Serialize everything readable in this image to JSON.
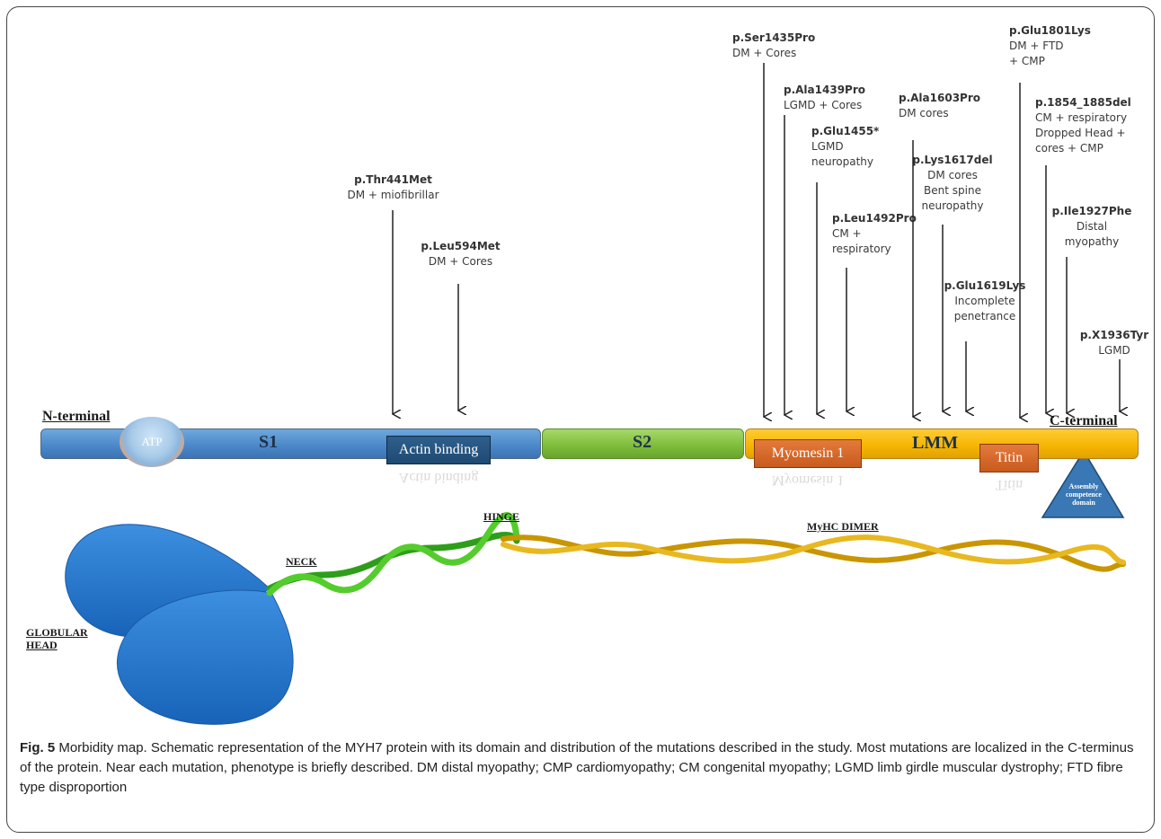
{
  "mutations": [
    {
      "name": "p.Thr441Met",
      "phenotype": "DM + miofibrillar"
    },
    {
      "name": "p.Leu594Met",
      "phenotype": "DM + Cores"
    },
    {
      "name": "p.Ser1435Pro",
      "phenotype": "DM + Cores"
    },
    {
      "name": "p.Ala1439Pro",
      "phenotype": "LGMD + Cores"
    },
    {
      "name": "p.Glu1455*",
      "phenotype": "LGMD\nneuropathy"
    },
    {
      "name": "p.Leu1492Pro",
      "phenotype": "CM +\nrespiratory"
    },
    {
      "name": "p.Ala1603Pro",
      "phenotype": "DM cores"
    },
    {
      "name": "p.Lys1617del",
      "phenotype": "DM cores\nBent spine\nneuropathy"
    },
    {
      "name": "p.Glu1619Lys",
      "phenotype": "Incomplete\npenetrance"
    },
    {
      "name": "p.Glu1801Lys",
      "phenotype": "DM + FTD\n+ CMP"
    },
    {
      "name": "p.1854_1885del",
      "phenotype": "CM + respiratory\nDropped Head +\ncores + CMP"
    },
    {
      "name": "p.Ile1927Phe",
      "phenotype": "Distal\nmyopathy"
    },
    {
      "name": "p.X1936Tyr",
      "phenotype": "LGMD"
    }
  ],
  "protein": {
    "n_terminal": "N-terminal",
    "c_terminal": "C-terminal",
    "atp": "ATP",
    "s1": "S1",
    "s2": "S2",
    "lmm": "LMM",
    "actin_binding": "Actin binding",
    "myomesin": "Myomesin 1",
    "titin": "Titin",
    "assembly": "Assembly competence domain"
  },
  "structure": {
    "globular_head": "GLOBULAR HEAD",
    "neck": "NECK",
    "hinge": "HINGE",
    "dimer": "MyHC DIMER"
  },
  "caption": {
    "label": "Fig. 5",
    "text": "Morbidity map. Schematic representation of the MYH7 protein with its domain and distribution of the mutations described in the study. Most mutations are localized in the C-terminus of the protein. Near each mutation, phenotype is briefly described. DM distal myopathy; CMP cardiomyopathy; CM congenital myopathy; LGMD limb girdle muscular dystrophy; FTD fibre type disproportion"
  },
  "colors": {
    "s1": "#4a86c8",
    "s2": "#7dbb3a",
    "lmm": "#f5b400",
    "head": "#1f78d1",
    "neck": "#33b51f",
    "tail": "#d9a400",
    "domain_box": "#c85a1e"
  }
}
